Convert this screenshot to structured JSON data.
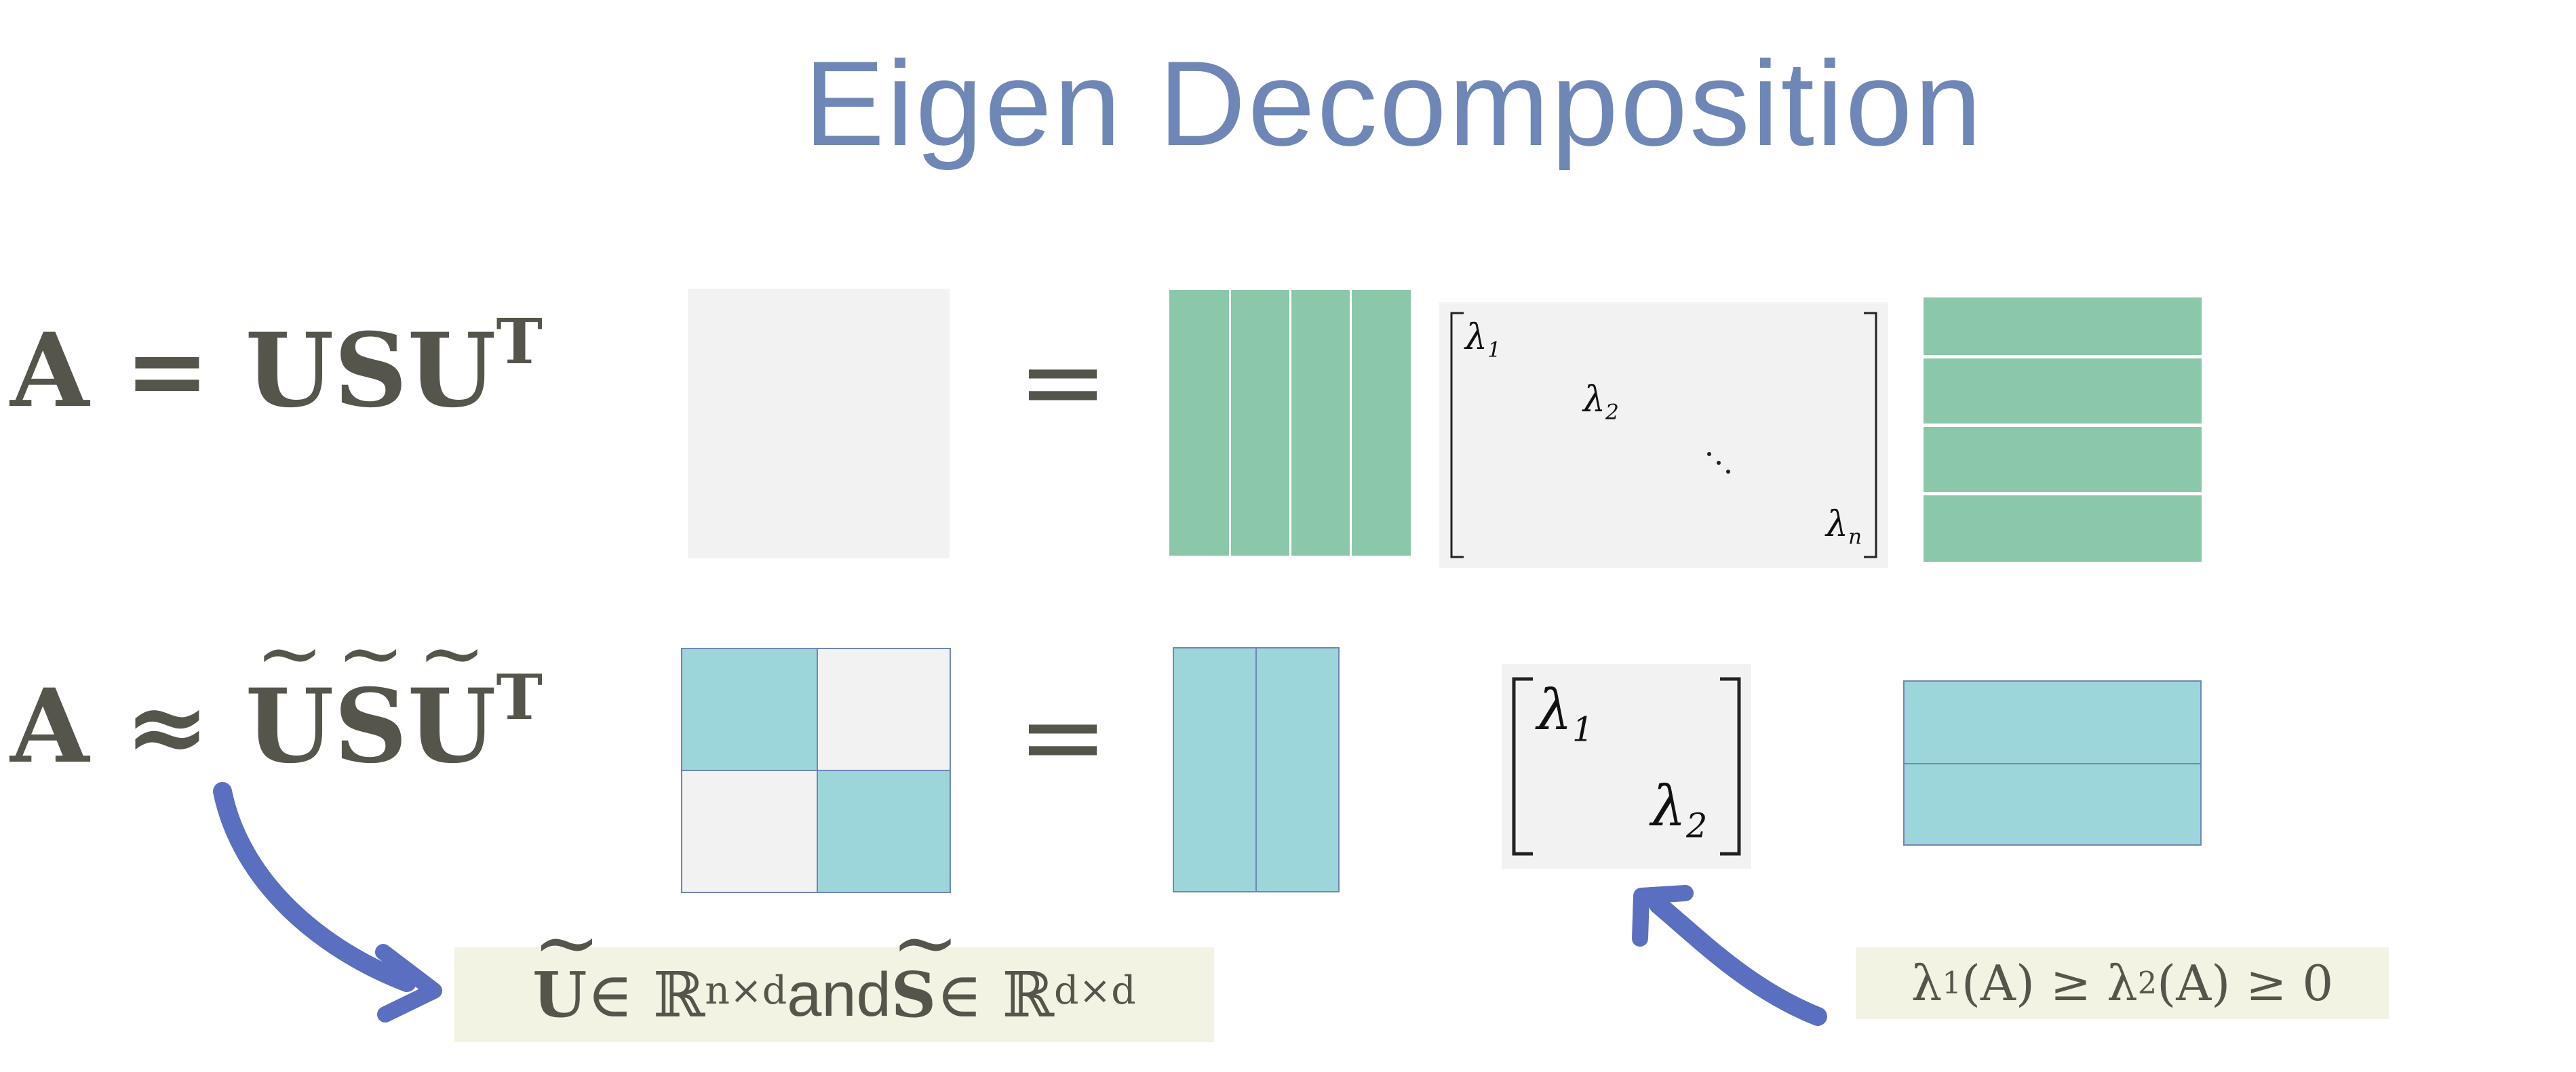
{
  "title": "Eigen Decomposition",
  "row1": {
    "lhs_main": "A = USU",
    "lhs_sup": "T",
    "equals": "=",
    "lambdas": {
      "l1": "λ",
      "l1_sub": "1",
      "l2": "λ",
      "l2_sub": "2",
      "ln": "λ",
      "ln_sub": "n"
    }
  },
  "row2": {
    "lhs_a": "A ≈ ",
    "U": "U",
    "S": "S",
    "lhs_sup": "T",
    "equals": "=",
    "lambdas": {
      "l1": "λ",
      "l1_sub": "1",
      "l2": "λ",
      "l2_sub": "2"
    }
  },
  "note_left": {
    "U": "U",
    "in1": " ∈ ℝ",
    "sup1": "n×d",
    "and": " and ",
    "S": "S",
    "in2": " ∈ ℝ",
    "sup2": "d×d"
  },
  "note_right": {
    "text1": "λ",
    "sub1": "1",
    "mid": "(A) ≥ λ",
    "sub2": "2",
    "end": "(A) ≥ 0"
  },
  "colors": {
    "title": "#6f87b6",
    "green": "#8ac8a9",
    "cyan": "#9dd6da",
    "gray": "#f2f2f2",
    "note_bg": "#f3f3e4",
    "arrow": "#5b6fc0"
  }
}
